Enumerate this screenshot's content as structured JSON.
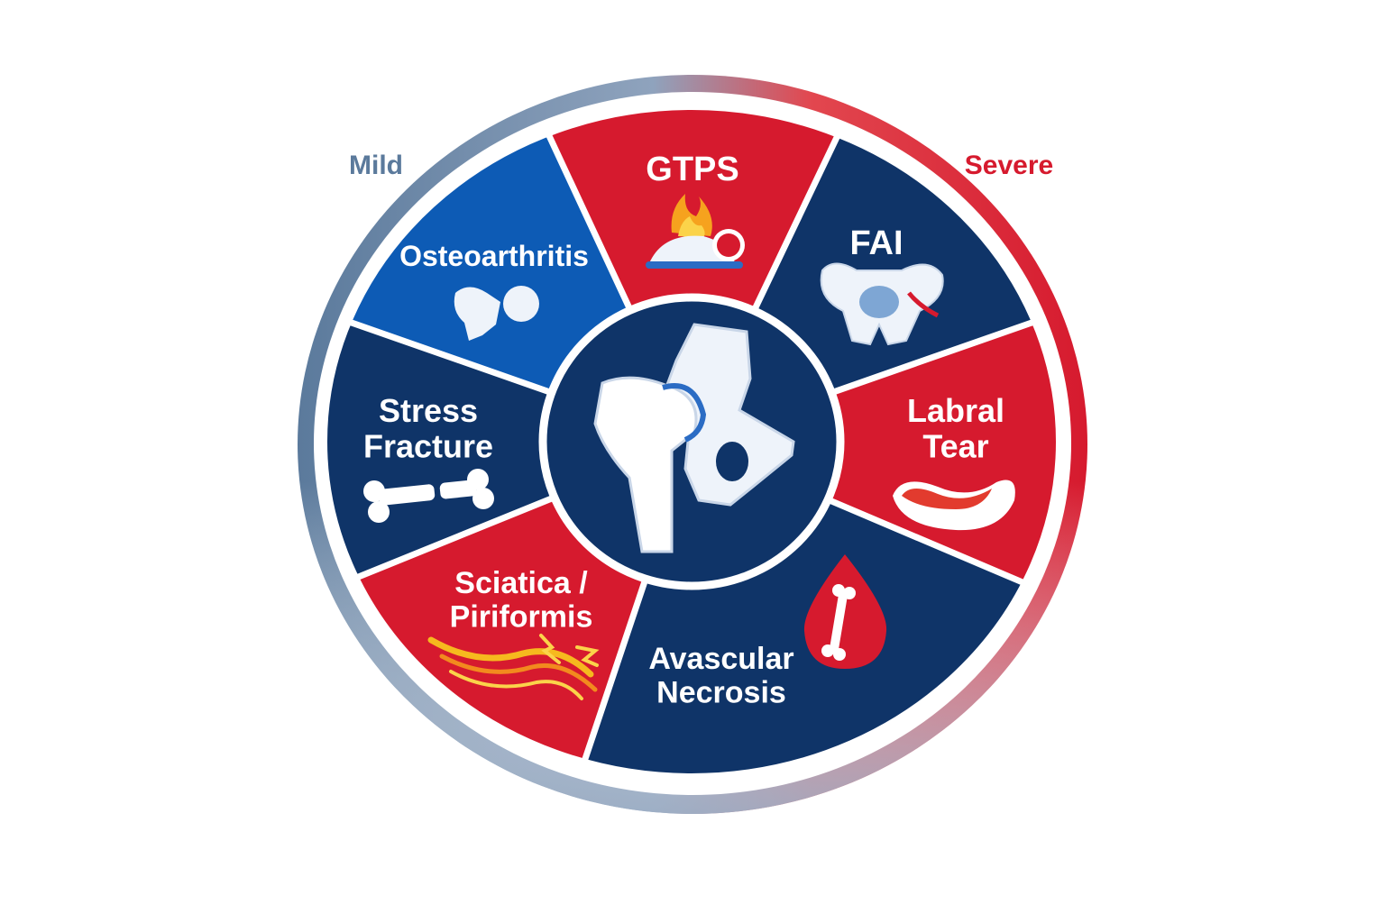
{
  "scale": {
    "mild": "Mild",
    "severe": "Severe"
  },
  "colors": {
    "navy": "#0f3468",
    "blue": "#0d5bb5",
    "red": "#d61a2e",
    "mild": "#5b7a9c",
    "severe": "#d61a2e"
  },
  "segments": [
    {
      "lines": [
        "GTPS"
      ],
      "color": "red",
      "icon": "inflamed-bursa-icon"
    },
    {
      "lines": [
        "FAI"
      ],
      "color": "navy",
      "icon": "pelvis-icon"
    },
    {
      "lines": [
        "Labral",
        "Tear"
      ],
      "color": "red",
      "icon": "torn-labrum-icon"
    },
    {
      "lines": [
        "Avascular",
        "Necrosis"
      ],
      "color": "navy",
      "icon": "blood-drop-bone-icon"
    },
    {
      "lines": [
        "Sciatica /",
        "Piriformis"
      ],
      "color": "red",
      "icon": "nerve-pain-icon"
    },
    {
      "lines": [
        "Stress",
        "Fracture"
      ],
      "color": "navy",
      "icon": "fractured-bone-icon"
    },
    {
      "lines": [
        "Osteoarthritis"
      ],
      "color": "blue",
      "icon": "worn-joint-icon"
    }
  ],
  "center": {
    "icon": "hip-joint-icon"
  }
}
